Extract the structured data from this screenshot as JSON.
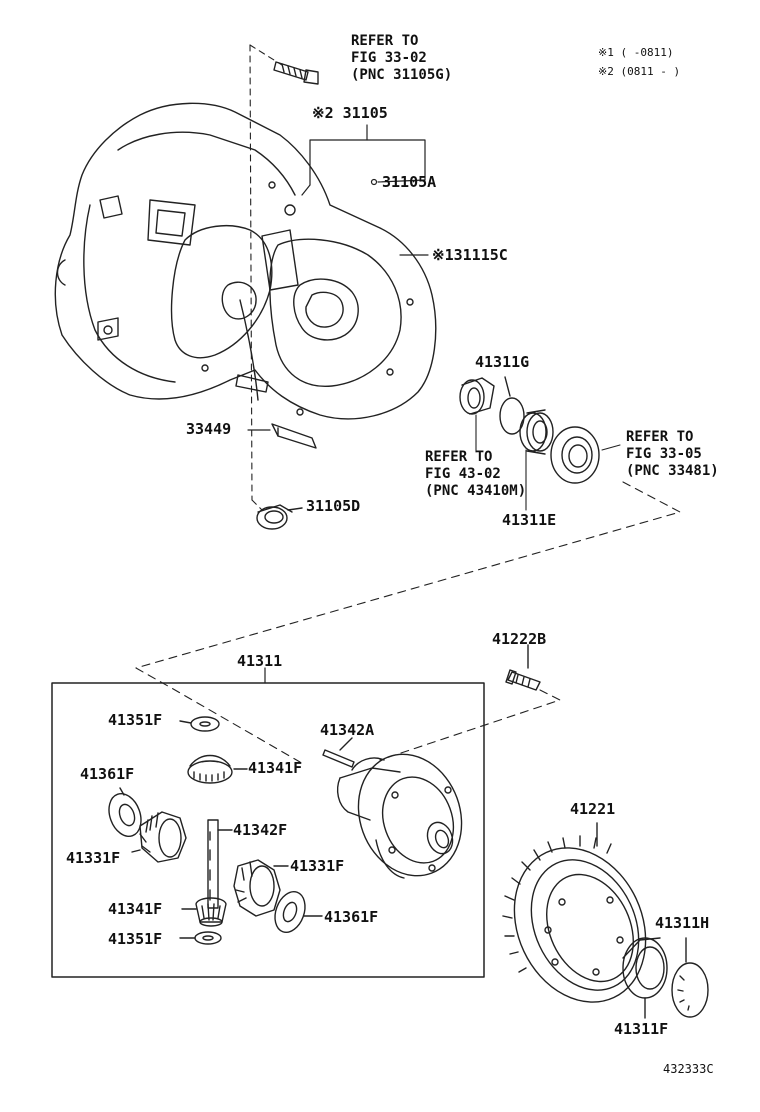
{
  "notes": {
    "note1": "※1 (       -0811)",
    "note2": "※2 (0811 -        )"
  },
  "parts": {
    "p31105": "※2 31105",
    "p31105A": "31105A",
    "p31115C": "※131115C",
    "p33449": "33449",
    "p31105D": "31105D",
    "p41311G": "41311G",
    "p41311E": "41311E",
    "p41222B": "41222B",
    "p41311": "41311",
    "p41351F_top": "41351F",
    "p41342A": "41342A",
    "p41341F_top": "41341F",
    "p41361F_left": "41361F",
    "p41342F": "41342F",
    "p41331F_left": "41331F",
    "p41331F_right": "41331F",
    "p41341F_bot": "41341F",
    "p41361F_right": "41361F",
    "p41351F_bot": "41351F",
    "p41221": "41221",
    "p41311H": "41311H",
    "p41311F": "41311F"
  },
  "refs": {
    "ref1": [
      "REFER TO",
      "FIG 33-02",
      "(PNC 31105G)"
    ],
    "ref2": [
      "REFER TO",
      "FIG 43-02",
      "(PNC 43410M)"
    ],
    "ref3": [
      "REFER TO",
      "FIG 33-05",
      "(PNC 33481)"
    ]
  },
  "illustration_code": "432333C"
}
